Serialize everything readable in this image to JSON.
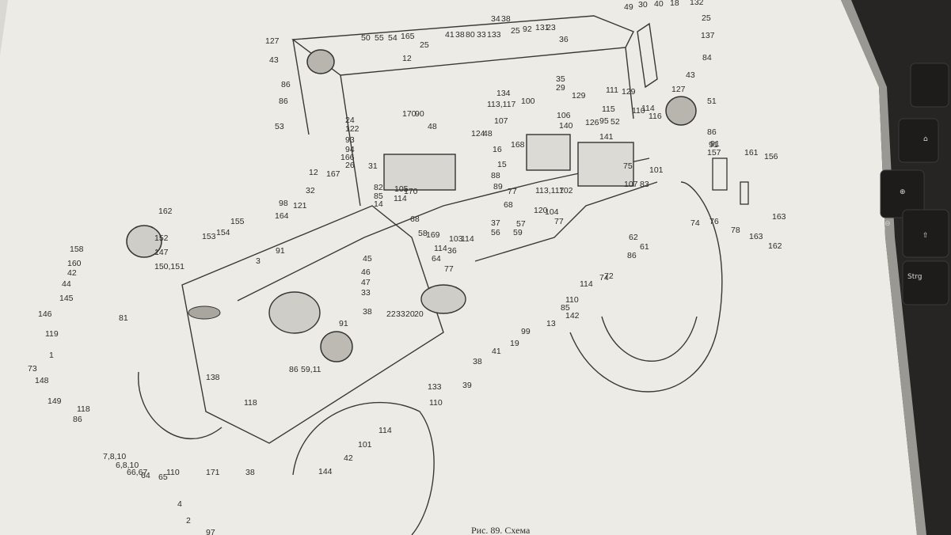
{
  "figure_caption": "Рис. 89. Схема",
  "keyboard_keys": {
    "strg": "Strg"
  },
  "part_labels": [
    "127",
    "43",
    "86",
    "86",
    "53",
    "50",
    "55",
    "54",
    "165",
    "12",
    "25",
    "41",
    "38",
    "80",
    "33",
    "133",
    "34",
    "38",
    "25",
    "92",
    "131",
    "23",
    "36",
    "49",
    "30",
    "40",
    "18",
    "132",
    "25",
    "137",
    "84",
    "127",
    "43",
    "35",
    "29",
    "129",
    "129",
    "134",
    "113,117",
    "100",
    "111",
    "115",
    "110",
    "114",
    "116",
    "51",
    "91",
    "106",
    "126",
    "95",
    "52",
    "140",
    "141",
    "86",
    "91",
    "157",
    "161",
    "156",
    "24",
    "122",
    "93",
    "94",
    "166",
    "170",
    "90",
    "48",
    "107",
    "124",
    "48",
    "16",
    "15",
    "88",
    "89",
    "168",
    "75",
    "101",
    "107",
    "83",
    "113,117",
    "102",
    "12",
    "26",
    "31",
    "167",
    "32",
    "121",
    "98",
    "164",
    "82",
    "85",
    "14",
    "105",
    "114",
    "170",
    "77",
    "68",
    "68",
    "58",
    "169",
    "64",
    "36",
    "37",
    "56",
    "57",
    "59",
    "120",
    "104",
    "77",
    "103",
    "114",
    "77",
    "62",
    "61",
    "86",
    "74",
    "76",
    "78",
    "163",
    "162",
    "163",
    "162",
    "158",
    "160",
    "42",
    "44",
    "145",
    "146",
    "152",
    "147",
    "150,151",
    "153",
    "154",
    "155",
    "3",
    "91",
    "81",
    "119",
    "1",
    "73",
    "148",
    "149",
    "118",
    "86",
    "7,8,10",
    "6,8,10",
    "66,67",
    "64",
    "65",
    "4",
    "2",
    "97",
    "138",
    "118",
    "86",
    "59,11",
    "91",
    "110",
    "114",
    "101",
    "42",
    "144",
    "45",
    "46",
    "47",
    "33",
    "38",
    "22",
    "33",
    "20",
    "20",
    "39",
    "38",
    "41",
    "19",
    "99",
    "13",
    "142",
    "85",
    "110",
    "114",
    "74",
    "72",
    "133",
    "114",
    "110",
    "171",
    "38"
  ]
}
